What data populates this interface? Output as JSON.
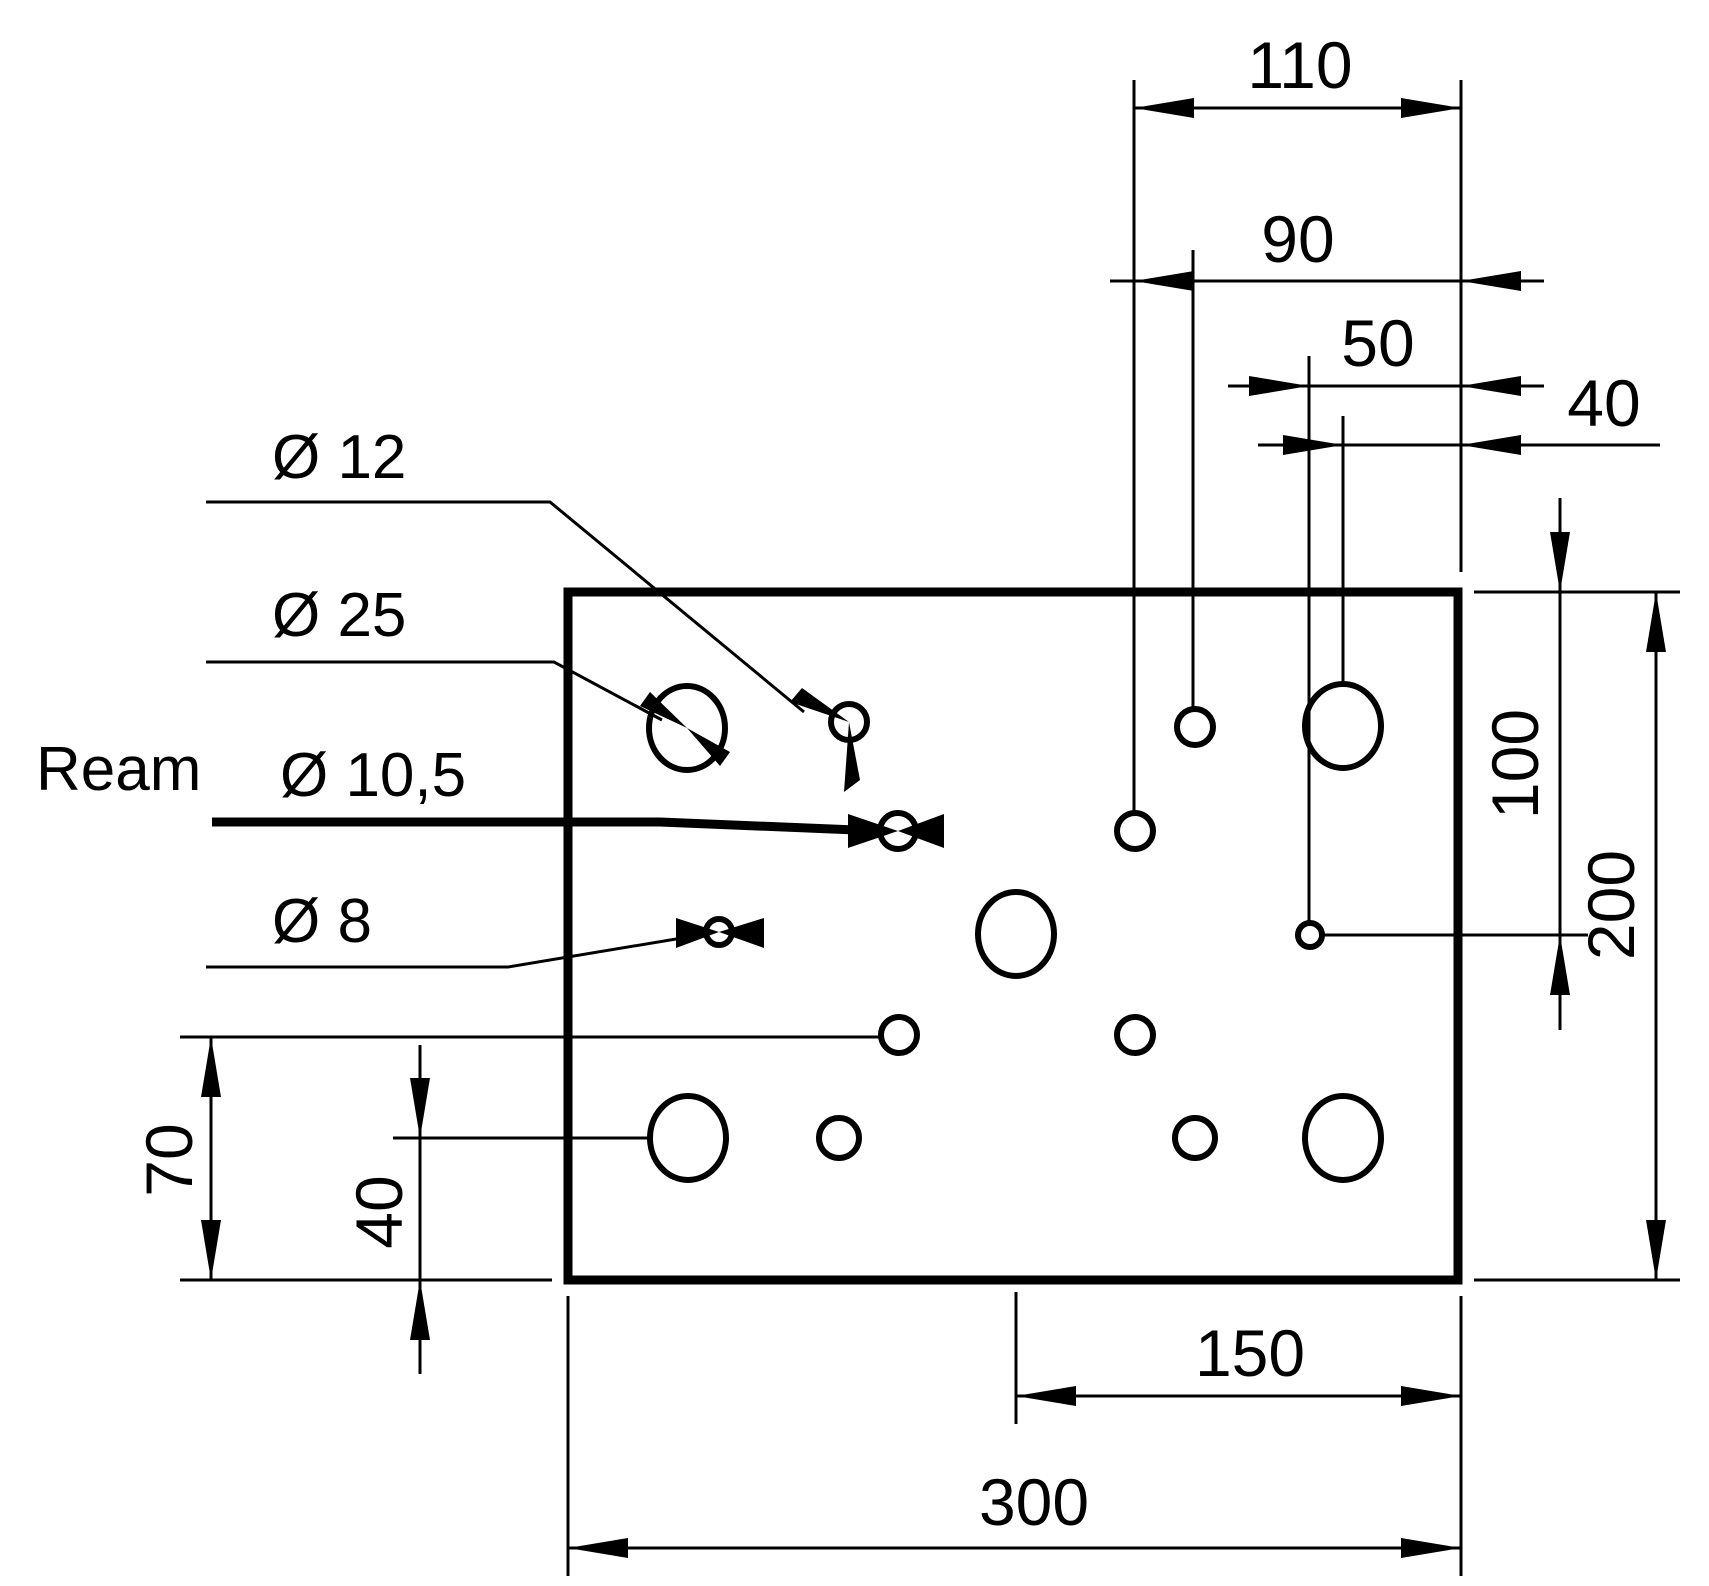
{
  "drawing": {
    "plate": {
      "width": 300,
      "height": 200
    },
    "dimensions": {
      "top_110": "110",
      "top_90": "90",
      "top_50": "50",
      "top_40": "40",
      "right_100": "100",
      "right_200": "200",
      "left_70": "70",
      "left_40": "40",
      "bottom_150": "150",
      "bottom_300": "300"
    },
    "callouts": {
      "d12": "Ø 12",
      "d25": "Ø 25",
      "ream_word": "Ream",
      "d10_5": "Ø 10,5",
      "d8": "Ø 8"
    },
    "colors": {
      "line": "#000000",
      "background": "#ffffff"
    }
  }
}
